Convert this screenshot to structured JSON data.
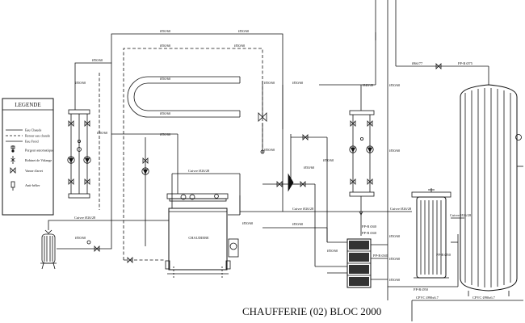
{
  "title": "CHAUFFERIE (02) BLOC 2000",
  "legend": {
    "header": "LEGENDE",
    "items": [
      {
        "label": "Eau Chaude",
        "symbol": "line-solid"
      },
      {
        "label": "Retour eau chaude",
        "symbol": "line-dashed"
      },
      {
        "label": "Eau Froid",
        "symbol": "line-solid"
      },
      {
        "label": "Purgeur automatique",
        "symbol": "purgeur"
      },
      {
        "label": "Robinet de Vidange",
        "symbol": "vidange"
      },
      {
        "label": "Vanne d'arret",
        "symbol": "valve"
      },
      {
        "label": "Anti-bélier",
        "symbol": "antibelier"
      }
    ]
  },
  "equipment": {
    "chaudiere": "CHAUDIERE"
  },
  "pipe_labels": {
    "top1": "Ø50/60",
    "top2": "Ø50/60",
    "top3": "Ø50/60",
    "top4": "Ø50/60",
    "upper_left": "Ø50/60",
    "left_a": "Ø50/60",
    "serp1": "Ø50/60",
    "serp2": "Ø50/60",
    "serp3": "Ø50/60",
    "mid1": "Ø50/60",
    "mid2": "Ø50/60",
    "mid3": "Ø50/60",
    "mid4": "Ø50/60",
    "mid5": "Ø50/60",
    "mid6": "Ø50/60",
    "mid7": "Ø50/60",
    "right_a": "Ø40/49",
    "right_b": "Ø50/60",
    "right_c": "Ø50/60",
    "r_low1": "Ø50/60",
    "r_low2": "Ø50/60",
    "r_low3": "Ø50/60",
    "left_b": "Ø50/60",
    "cuivre1": "Cuivre Ø26/28",
    "cuivre2": "Cuivre Ø26/28",
    "cuivre3": "Cuivre Ø26/28",
    "cuivre4": "Cuivre Ø26/28",
    "cuivre_small": "Cuivre Ø26/28",
    "ppr_top": "PP-R Ø75",
    "ppr1": "PP-R Ø40",
    "ppr2": "PP-R Ø40",
    "ppr3": "PP-R Ø40",
    "ppr4": "PP-R Ø50",
    "ppr5": "PP-R Ø50",
    "top_feed": "Ø66/77",
    "cuivre_mid": "Ø50/60",
    "cuivre_mid2": "Ø50/60",
    "pvc1": "CPVC Ø90x6.7",
    "pvc2": "CPVC Ø90x6.7"
  }
}
